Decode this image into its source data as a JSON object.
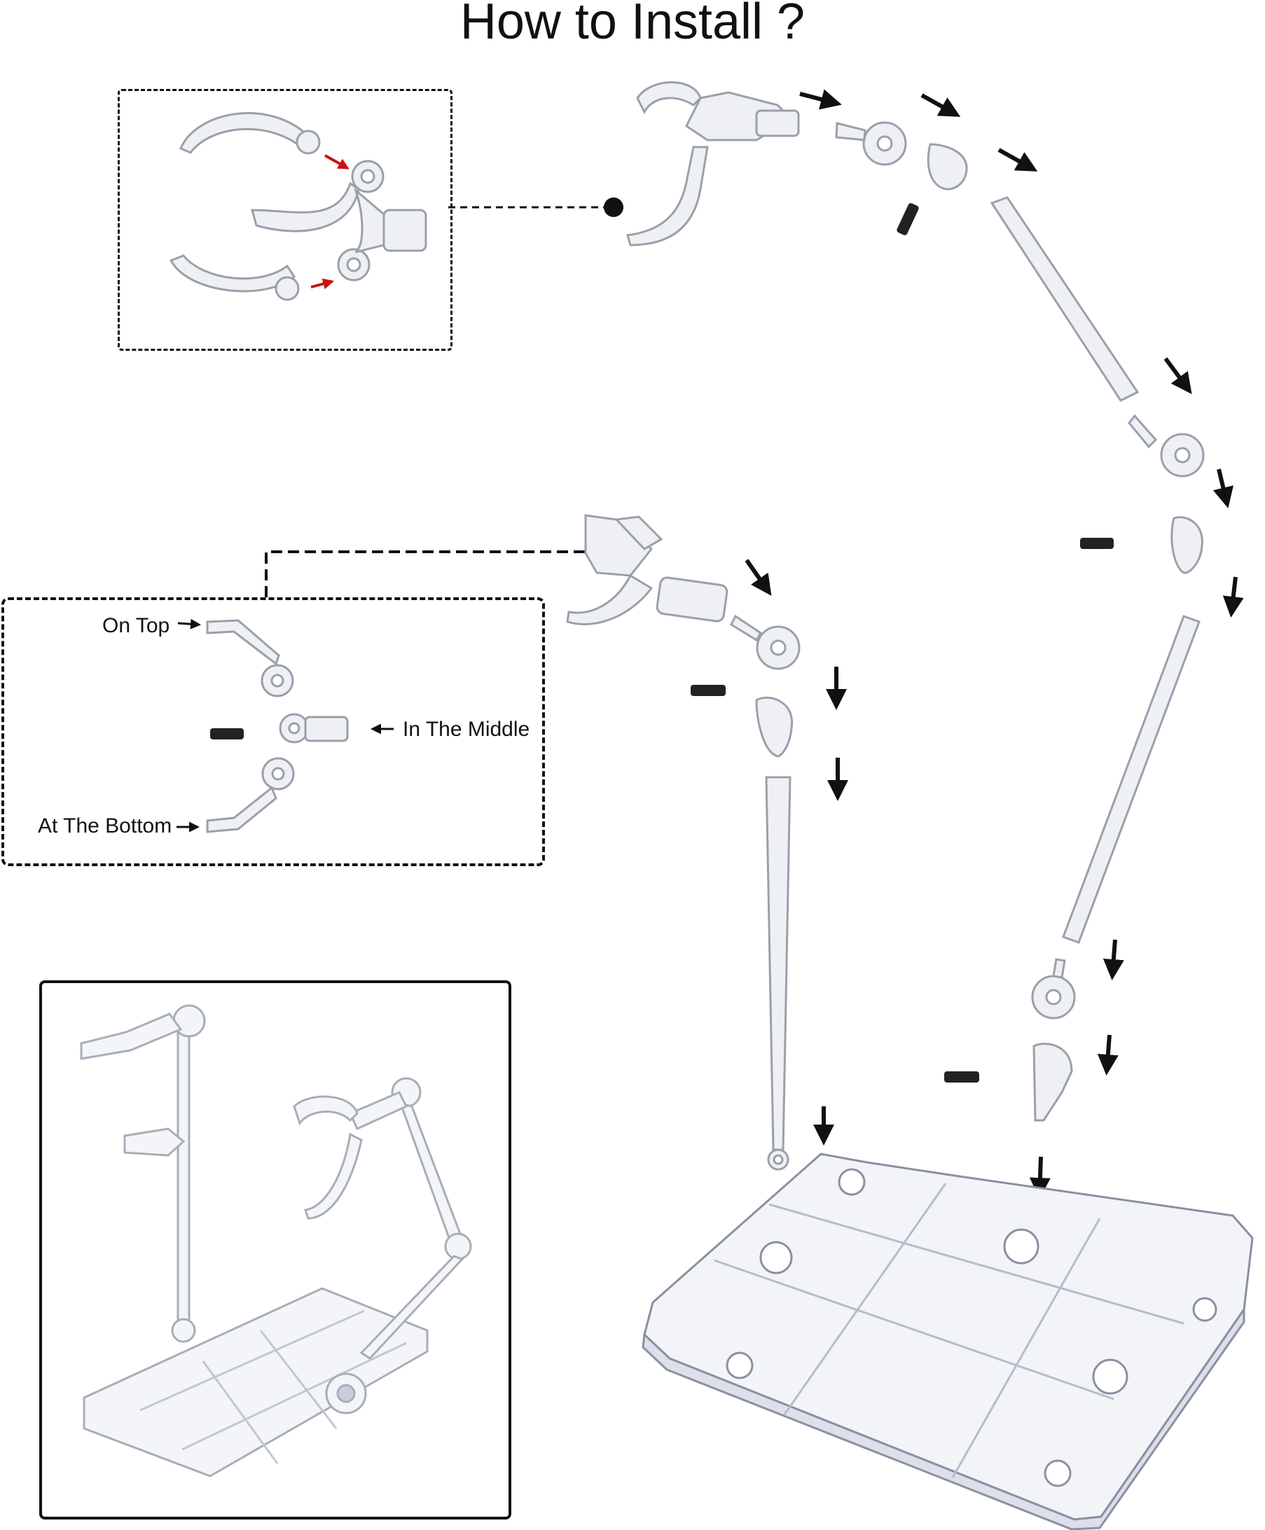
{
  "title": "How to Install ?",
  "labels": {
    "on_top": "On Top",
    "in_the_middle": "In The Middle",
    "at_the_bottom": "At The Bottom"
  },
  "colors": {
    "outline": "#111111",
    "part_fill": "#eef0f4",
    "part_stroke": "#9aa0aa",
    "red_arrow": "#cc1111"
  }
}
